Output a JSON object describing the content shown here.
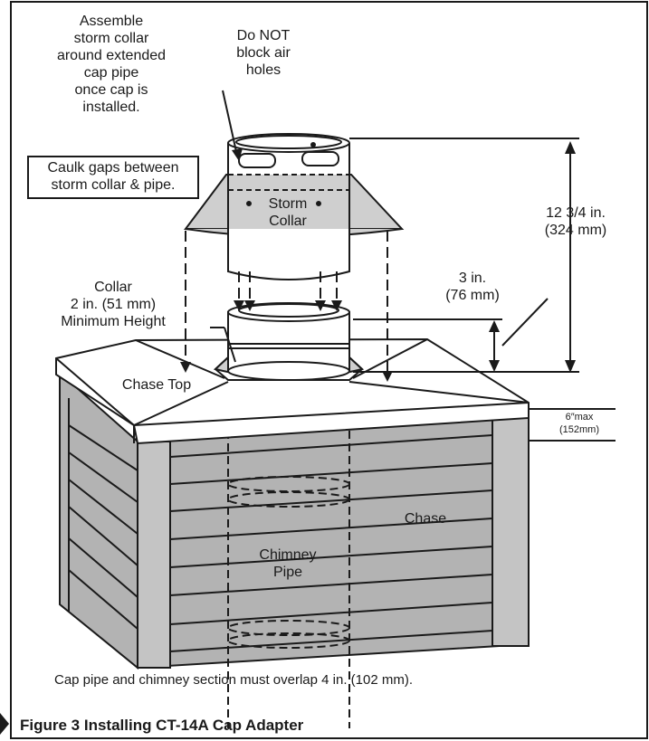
{
  "labels": {
    "assemble": [
      "Assemble",
      "storm collar",
      "around extended",
      "cap pipe",
      "once cap is",
      "installed."
    ],
    "do_not_block": [
      "Do NOT",
      "block air",
      "holes"
    ],
    "caulk": [
      "Caulk gaps between",
      "storm collar & pipe."
    ],
    "storm_collar": [
      "Storm",
      "Collar"
    ],
    "height_total": [
      "12 3/4 in.",
      "(324 mm)"
    ],
    "height_3in": [
      "3 in.",
      "(76 mm)"
    ],
    "collar": [
      "Collar",
      "2 in. (51 mm)",
      "Minimum Height"
    ],
    "chase_top": "Chase Top",
    "six_max": [
      "6″max",
      "(152mm)"
    ],
    "chase": "Chase",
    "chimney_pipe": [
      "Chimney",
      "Pipe"
    ],
    "overlap_note": "Cap pipe and chimney section must overlap 4 in. (102 mm).",
    "figure_caption": "Figure 3 Installing CT-14A   Cap Adapter"
  },
  "colors": {
    "line": "#1a1a1a",
    "storm_collar_fill": "#cfcfcf",
    "chase_siding_fill": "#b3b3b3",
    "chase_top_fill": "#ffffff"
  }
}
